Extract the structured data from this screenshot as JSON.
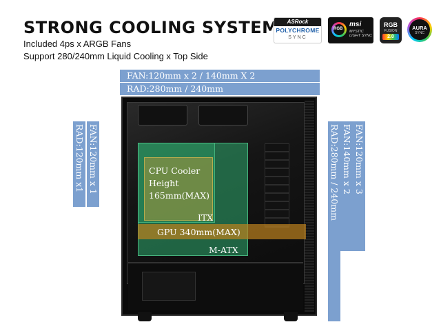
{
  "header": {
    "title": "STRONG COOLING SYSTEM",
    "line1": "Included 4ps x ARGB Fans",
    "line2": "Support 280/240mm Liquid Cooling x Top Side"
  },
  "logos": {
    "asrock": {
      "brand": "ASRock",
      "name": "POLYCHROME",
      "sub": "SYNC"
    },
    "msi": {
      "brand": "msi",
      "ring": "RGB",
      "sub": "MYSTIC LIGHT SYNC"
    },
    "gigabyte": {
      "top": "RGB",
      "mid": "FUSION",
      "ver": "2.0"
    },
    "aura": {
      "name": "AURA",
      "sub": "SYNC"
    }
  },
  "top_bars": {
    "fan": "FAN:120mm x 2 / 140mm X 2",
    "rad": "RAD:280mm / 240mm"
  },
  "rear_bars": {
    "fan": "FAN:120mm x 1",
    "rad": "RAD:120mm x1"
  },
  "front_bars": {
    "fan3": "FAN:120mm x 3",
    "fan2": "FAN:140mm x 2",
    "rad": "RAD:280mm / 240mm"
  },
  "overlays": {
    "cpu": [
      "CPU Cooler",
      "Height",
      "165mm(MAX)"
    ],
    "itx": "ITX",
    "gpu": "GPU 340mm(MAX)",
    "matx": "M-ATX"
  },
  "colors": {
    "bar": "#7ca0cf",
    "board_overlay": "#2eaa6e",
    "cpu_overlay": "#aa963c",
    "gpu_overlay": "#be821e"
  }
}
